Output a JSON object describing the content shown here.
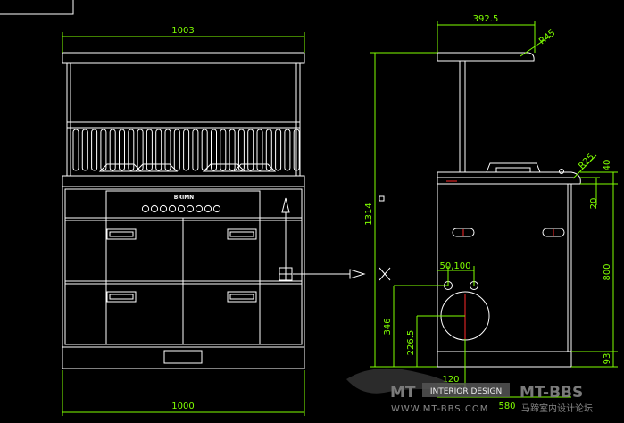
{
  "dimensions": {
    "front_width_top": "1003",
    "front_width_bottom": "1000",
    "side_depth_top": "392.5",
    "radius_top": "R45",
    "radius_counter": "R25",
    "total_height": "1314",
    "counter_thickness": "40",
    "edge_offset": "20",
    "cabinet_height": "800",
    "plinth_height": "93",
    "outlet_spacing": "50,100",
    "outlet_height_high": "346",
    "outlet_height_low": "226.5",
    "outlet_offset": "120",
    "bottom_depth": "580"
  },
  "brand_mark": "BRIMN",
  "watermark": {
    "logo_left": "MT",
    "logo_tag": "INTERIOR DESIGN",
    "logo_right": "MT-BBS",
    "url": "WWW.MT-BBS.COM",
    "caption": "马蹄室内设计论坛"
  },
  "colors": {
    "background": "#000000",
    "lines": "#ffffff",
    "dimensions": "#7fff00",
    "accent": "#ff2a2a"
  }
}
